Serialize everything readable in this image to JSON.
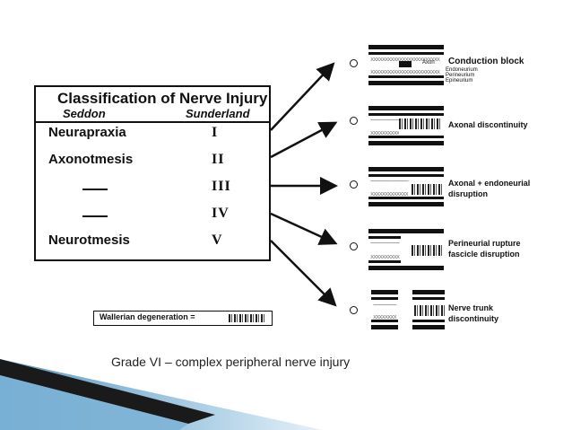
{
  "table": {
    "title": "Classification of Nerve Injury",
    "header_seddon": "Seddon",
    "header_sunderland": "Sunderland",
    "rows": [
      {
        "seddon": "Neurapraxia",
        "sunderland": "I"
      },
      {
        "seddon": "Axonotmesis",
        "sunderland": "II"
      },
      {
        "seddon": "",
        "sunderland": "III"
      },
      {
        "seddon": "",
        "sunderland": "IV"
      },
      {
        "seddon": "Neurotmesis",
        "sunderland": "V"
      }
    ]
  },
  "wallerian_label": "Wallerian degeneration =",
  "caption": "Grade VI – complex peripheral nerve injury",
  "panels": [
    {
      "label_line1": "Conduction block",
      "label_line2": "",
      "axon_label": "Axon",
      "layer_labels": [
        "Endoneurium",
        "Perineurium",
        "Epineurium"
      ]
    },
    {
      "label_line1": "Axonal discontinuity",
      "label_line2": ""
    },
    {
      "label_line1": "Axonal + endoneurial",
      "label_line2": "disruption"
    },
    {
      "label_line1": "Perineurial rupture",
      "label_line2": "fascicle disruption"
    },
    {
      "label_line1": "Nerve trunk",
      "label_line2": "discontinuity"
    }
  ],
  "colors": {
    "ink": "#111111",
    "corner_dark": "#1a1a1a",
    "corner_blue": "#6fa8cf",
    "corner_light": "#cfe4f1"
  }
}
